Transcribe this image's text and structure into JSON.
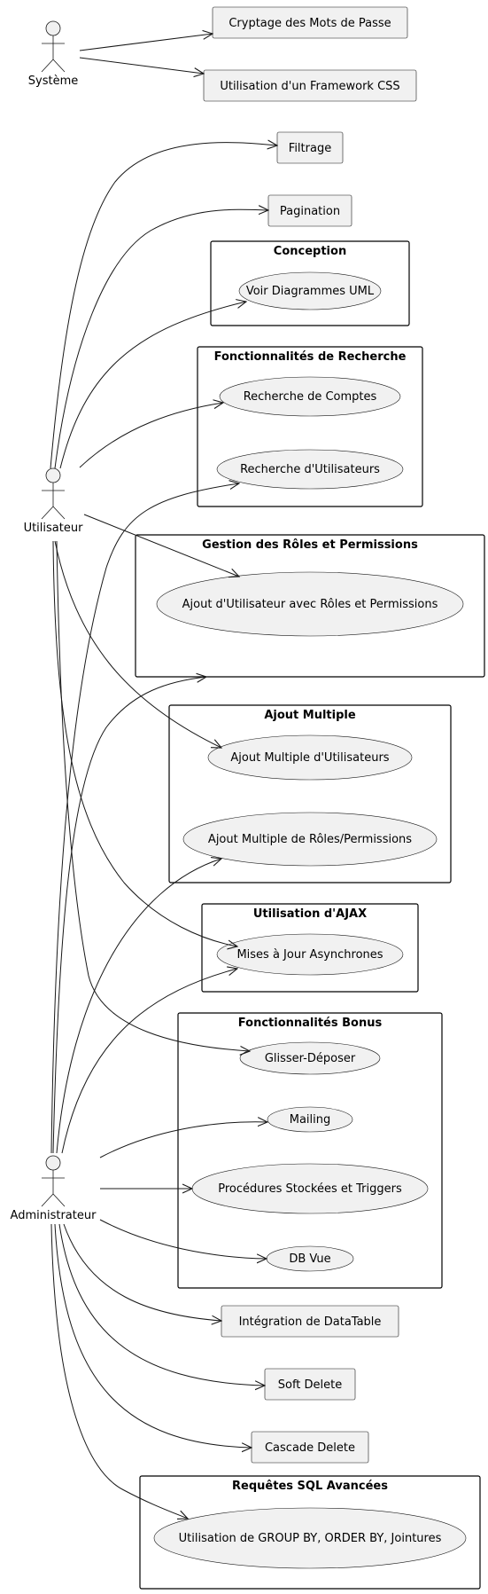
{
  "actors": {
    "systeme": "Système",
    "utilisateur": "Utilisateur",
    "administrateur": "Administrateur"
  },
  "rects": {
    "cryptage": "Cryptage des Mots de Passe",
    "framework": "Utilisation d'un Framework CSS",
    "filtrage": "Filtrage",
    "pagination": "Pagination",
    "datatable": "Intégration de DataTable",
    "softdelete": "Soft Delete",
    "cascade": "Cascade Delete"
  },
  "packages": {
    "conception": "Conception",
    "recherche": "Fonctionnalités de Recherche",
    "roles": "Gestion des Rôles et Permissions",
    "ajout": "Ajout Multiple",
    "ajax": "Utilisation d'AJAX",
    "bonus": "Fonctionnalités Bonus",
    "sql": "Requêtes SQL Avancées"
  },
  "usecases": {
    "uml": "Voir Diagrammes UML",
    "rech_comptes": "Recherche de Comptes",
    "rech_users": "Recherche d'Utilisateurs",
    "ajout_roles": "Ajout d'Utilisateur avec Rôles et Permissions",
    "ajout_users": "Ajout Multiple d'Utilisateurs",
    "ajout_rp": "Ajout Multiple de Rôles/Permissions",
    "async": "Mises à Jour Asynchrones",
    "glisser": "Glisser-Déposer",
    "mailing": "Mailing",
    "procedures": "Procédures Stockées et Triggers",
    "dbvue": "DB Vue",
    "groupby": "Utilisation de GROUP BY, ORDER BY, Jointures"
  }
}
